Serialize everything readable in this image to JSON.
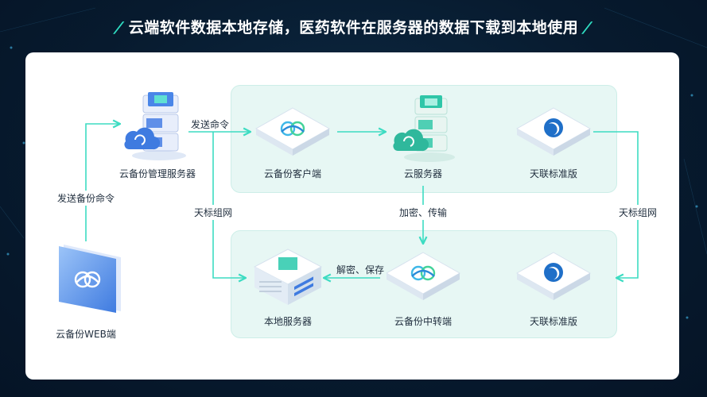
{
  "title": "云端软件数据本地存储，医药软件在服务器的数据下载到本地使用",
  "nodes": {
    "mgmt_server": "云备份管理服务器",
    "client": "云备份客户端",
    "cloud_server": "云服务器",
    "tianlian_top": "天联标准版",
    "local_server": "本地服务器",
    "relay": "云备份中转端",
    "tianlian_bottom": "天联标准版",
    "web": "云备份WEB端"
  },
  "edges": {
    "send_cmd": "发送命令",
    "send_backup_cmd": "发送备份命令",
    "tianbiao_left": "天标组网",
    "encrypt_transfer": "加密、传输",
    "decrypt_save": "解密、保存",
    "tianbiao_right": "天标组网"
  },
  "colors": {
    "accent": "#2fe0c4",
    "panel": "#e7f7f4",
    "line": "#3ddcc2",
    "server_blue": "#3f7be0"
  }
}
